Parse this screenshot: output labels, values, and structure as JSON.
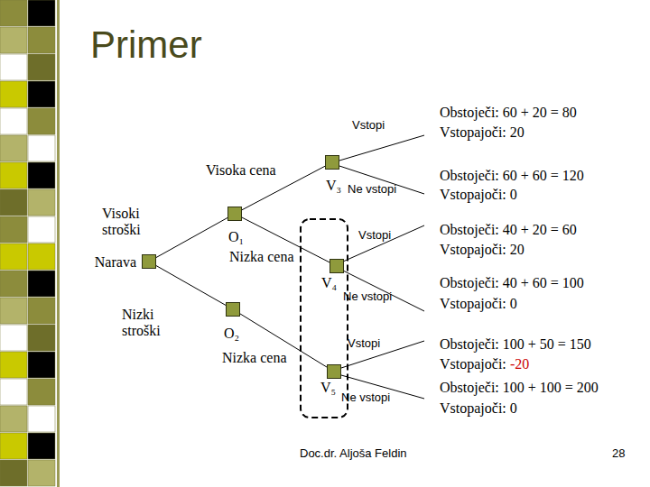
{
  "diagram": {
    "title": "Primer",
    "nodes": [
      {
        "text": [
          "Narava"
        ]
      },
      {
        "text": [
          "O₁"
        ]
      },
      {
        "text": [
          "O₂"
        ]
      },
      {
        "text": [
          "V₃"
        ]
      },
      {
        "text": [
          "V₄"
        ]
      },
      {
        "text": [
          "V₅"
        ]
      }
    ],
    "edges": [
      {
        "from": 0,
        "to": 1,
        "label": "Visoki stroški",
        "arrow": "none"
      },
      {
        "from": 0,
        "to": 2,
        "label": "Nizki stroški",
        "arrow": "none"
      },
      {
        "from": 1,
        "to": 3,
        "label": "Visoka cena",
        "arrow": "none"
      },
      {
        "from": 1,
        "to": 4,
        "label": "Nizka cena",
        "arrow": "none"
      },
      {
        "from": 2,
        "to": 5,
        "label": "Nizka cena",
        "arrow": "none"
      }
    ],
    "labels": [
      "Vstopi",
      "Obstoječi: 60 + 20 = 80",
      "Vstopajoči: 20",
      "Ne vstopi",
      "Obstoječi: 60 + 60 = 120",
      "Vstopajoči: 0",
      "Vstopi",
      "Obstoječi: 40 + 20 = 60",
      "Vstopajoči: 20",
      "Ne vstopi",
      "Obstoječi: 40 + 60 = 100",
      "Vstopajoči: 0",
      "Vstopi",
      "Obstoječi: 100 + 50 = 150",
      "Vstopajoči:",
      "-20",
      "Ne vstopi",
      "Obstoječi: 100 + 100 = 200",
      "Vstopajoči: 0",
      "Doc.dr. Aljoša Feldin",
      "28"
    ]
  }
}
